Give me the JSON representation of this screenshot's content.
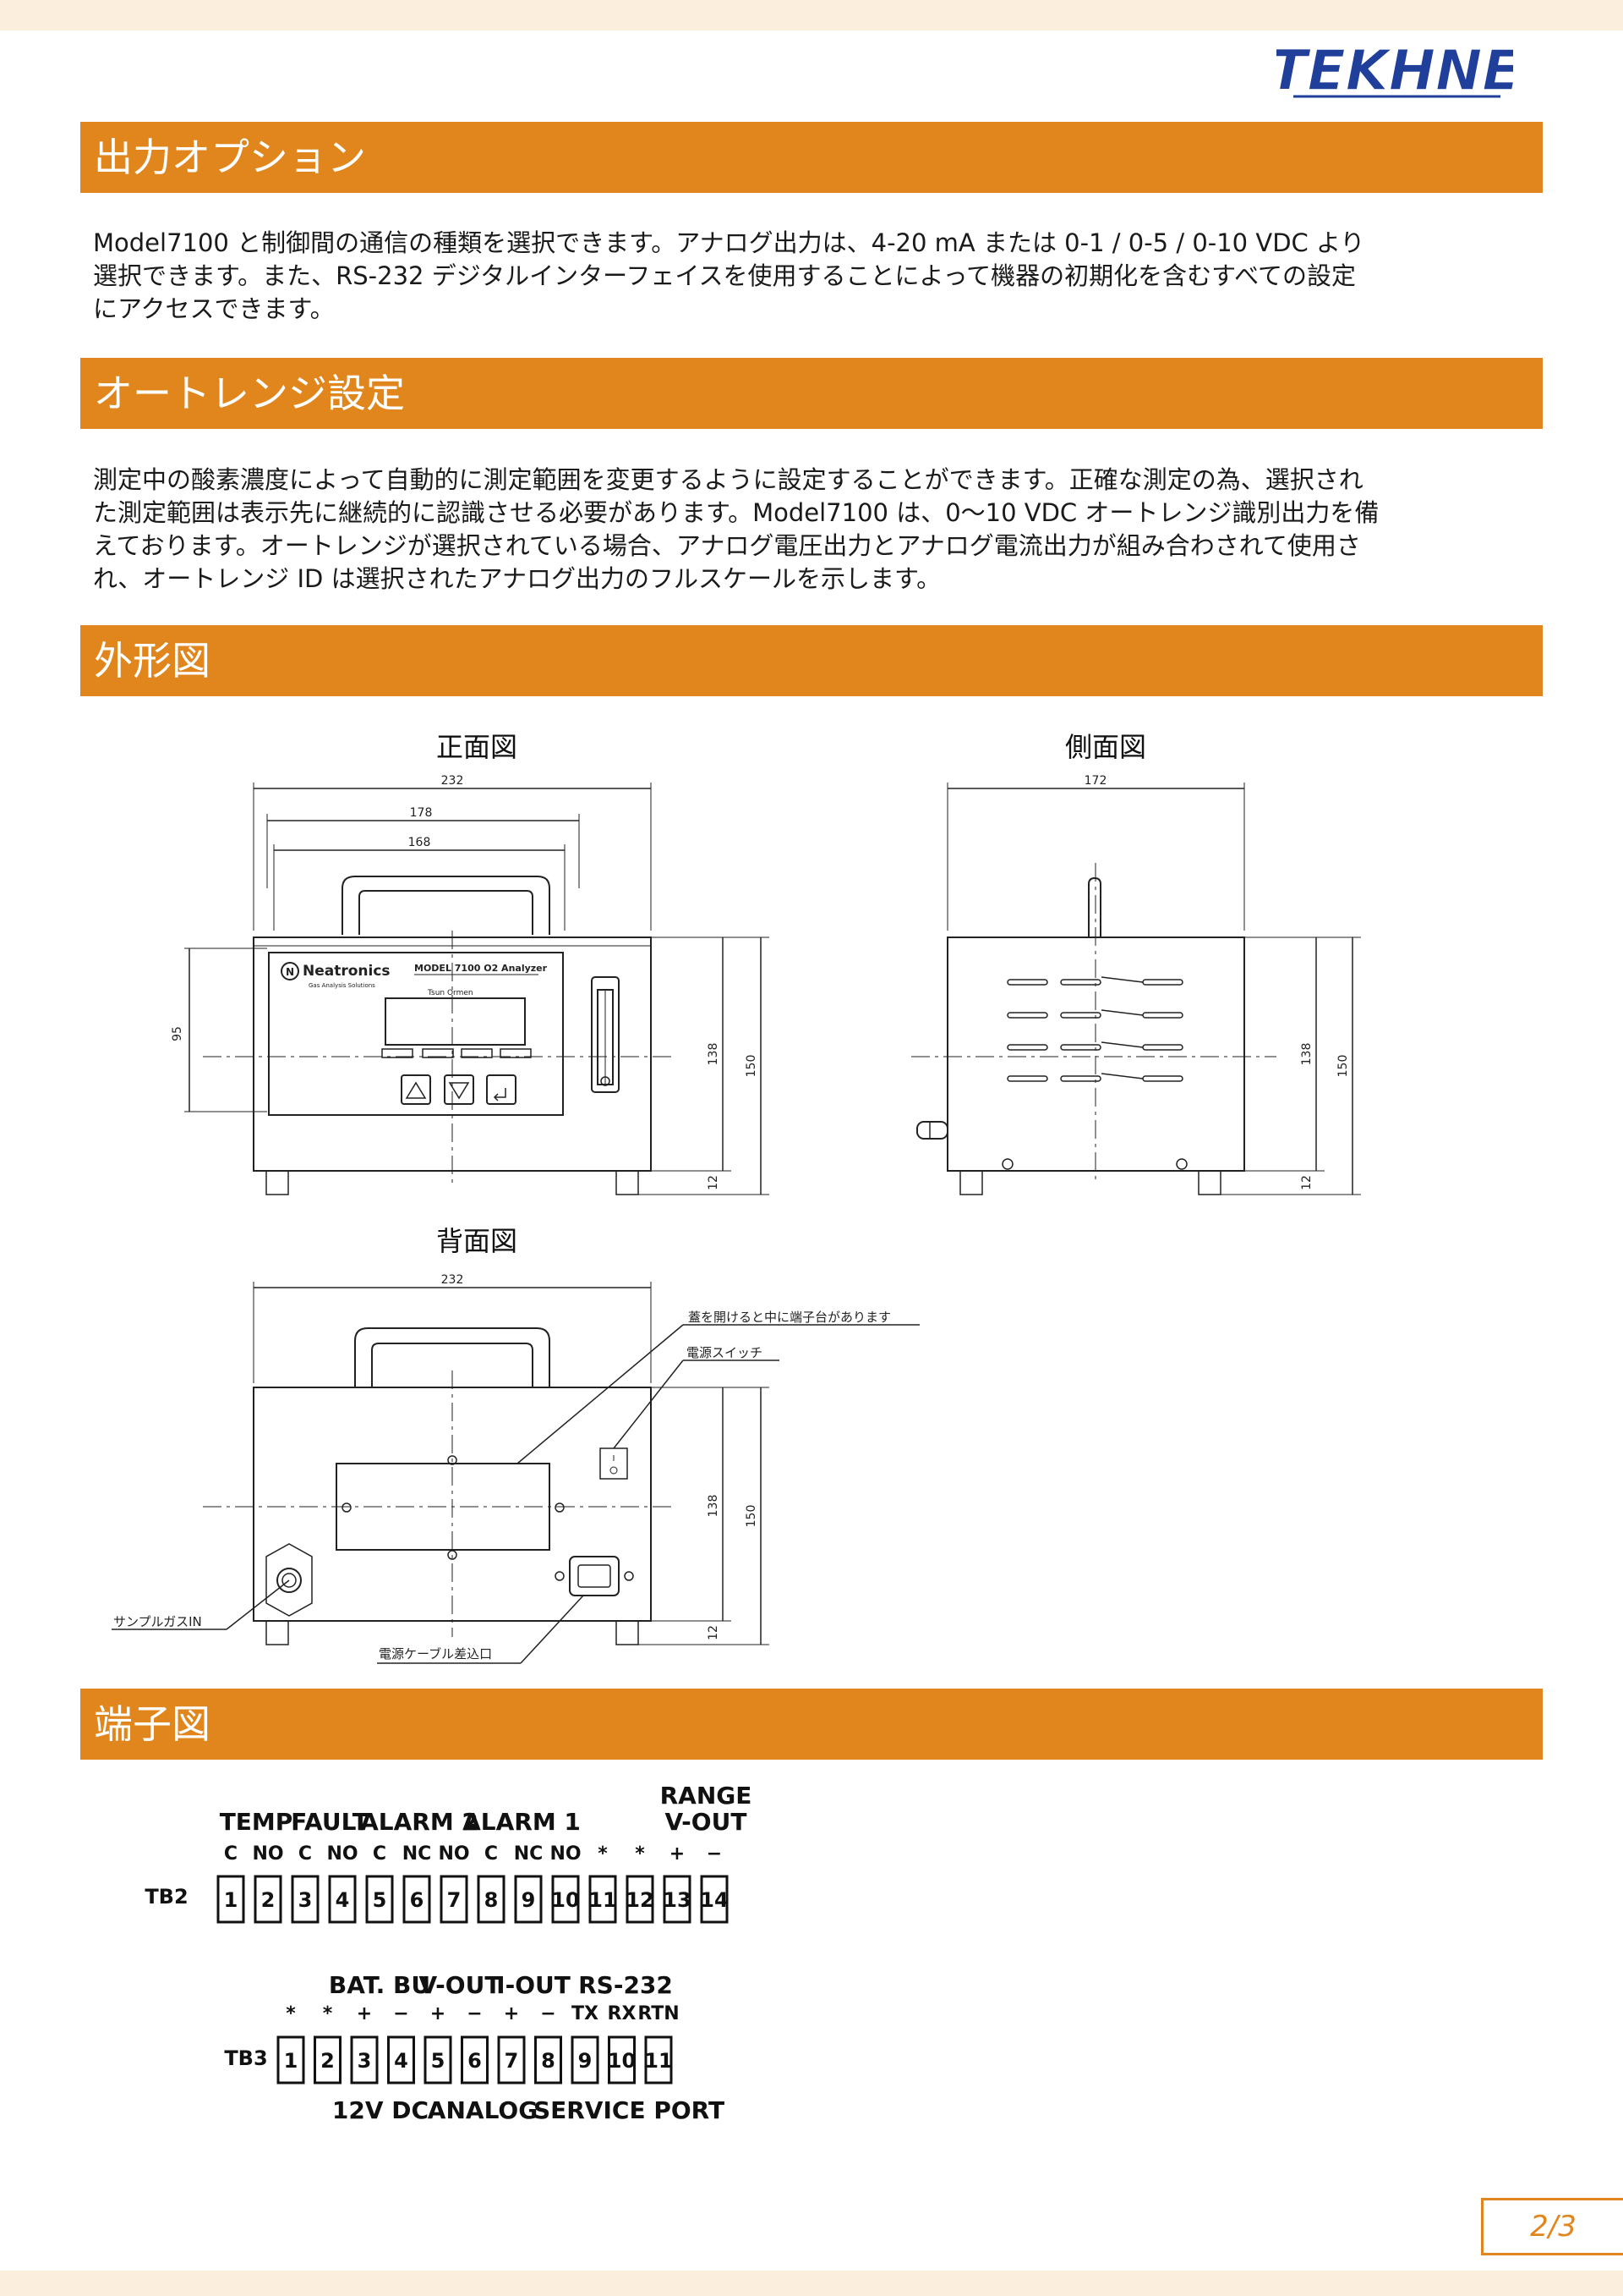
{
  "logo": {
    "text": "TEKHNE"
  },
  "sections": [
    {
      "title": "出力オプション"
    },
    {
      "title": "オートレンジ設定"
    },
    {
      "title": "外形図"
    },
    {
      "title": "端子図"
    }
  ],
  "output_options": {
    "lines": [
      "Model7100 と制御間の通信の種類を選択できます。アナログ出力は、4-20 mA または 0-1 / 0-5 / 0-10 VDC より",
      "選択できます。また、RS-232 デジタルインターフェイスを使用することによって機器の初期化を含むすべての設定",
      "にアクセスできます。"
    ]
  },
  "autorange": {
    "lines": [
      "測定中の酸素濃度によって自動的に測定範囲を変更するように設定することができます。正確な測定の為、選択され",
      "た測定範囲は表示先に継続的に認識させる必要があります。Model7100 は、0〜10 VDC オートレンジ識別出力を備",
      "えております。オートレンジが選択されている場合、アナログ電圧出力とアナログ電流出力が組み合わされて使用さ",
      "れ、オートレンジ ID は選択されたアナログ出力のフルスケールを示します。"
    ]
  },
  "drawings": {
    "front": {
      "title": "正面図",
      "dims": {
        "w232": "232",
        "w178": "178",
        "w168": "168",
        "h95": "95",
        "h138": "138",
        "h150": "150",
        "h12": "12"
      },
      "brand": "Neatronics",
      "brand_sub": "Gas Analysis Solutions",
      "model_label": "MODEL 7100 O2 Analyzer",
      "display_text": "Tsun Ormen"
    },
    "side": {
      "title": "側面図",
      "dims": {
        "w172": "172",
        "h138": "138",
        "h150": "150",
        "h12": "12"
      }
    },
    "back": {
      "title": "背面図",
      "dims": {
        "w232": "232",
        "h138": "138",
        "h150": "150",
        "h12": "12"
      },
      "callout_terminal": "蓋を開けると中に端子台があります",
      "callout_switch": "電源スイッチ",
      "callout_gas": "サンプルガスIN",
      "callout_cable": "電源ケーブル差込口"
    }
  },
  "tb2": {
    "label": "TB2",
    "groups": [
      "TEMP",
      "FAULT",
      "ALARM 2",
      "ALARM 1",
      "RANGE",
      "V-OUT"
    ],
    "pins": [
      "C",
      "NO",
      "C",
      "NO",
      "C",
      "NC",
      "NO",
      "C",
      "NC",
      "NO",
      "*",
      "*",
      "+",
      "−"
    ],
    "numbers": [
      "1",
      "2",
      "3",
      "4",
      "5",
      "6",
      "7",
      "8",
      "9",
      "10",
      "11",
      "12",
      "13",
      "14"
    ]
  },
  "tb3": {
    "label": "TB3",
    "groups": [
      "BAT. BU",
      "V-OUT",
      "I-OUT",
      "RS-232"
    ],
    "pins": [
      "*",
      "*",
      "+",
      "−",
      "+",
      "−",
      "+",
      "−",
      "TX",
      "RX",
      "RTN"
    ],
    "numbers": [
      "1",
      "2",
      "3",
      "4",
      "5",
      "6",
      "7",
      "8",
      "9",
      "10",
      "11"
    ],
    "bottom": [
      "12V DC",
      "ANALOG",
      "SERVICE PORT"
    ]
  },
  "page": {
    "number": "2/3"
  }
}
